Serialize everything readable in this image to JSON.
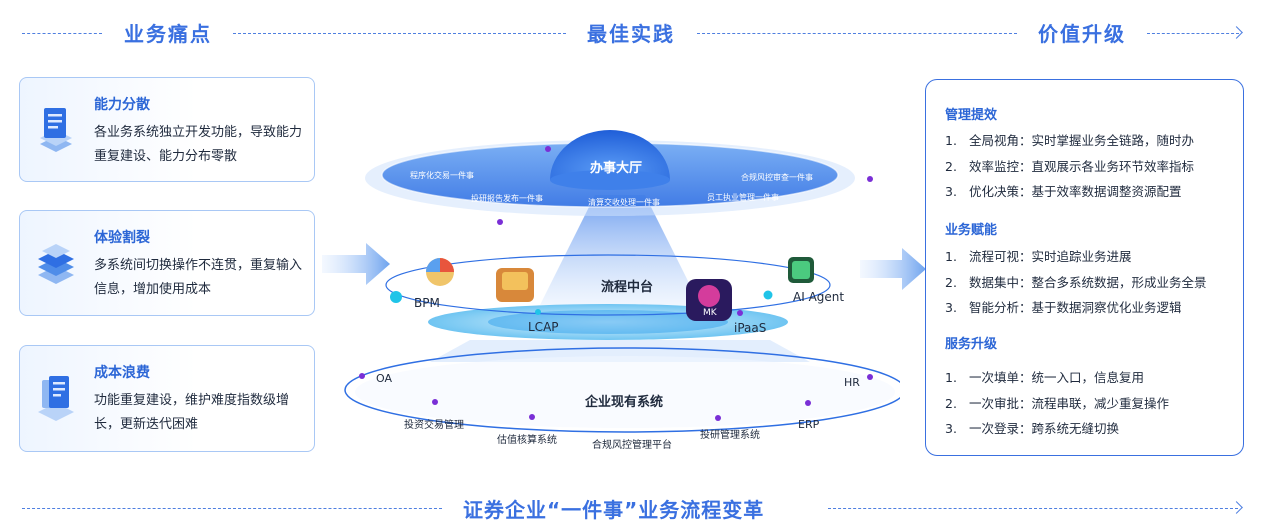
{
  "header": {
    "pain_title": "业务痛点",
    "practice_title": "最佳实践",
    "value_title": "价值升级"
  },
  "pain_points": [
    {
      "title": "能力分散",
      "text": "各业务系统独立开发功能，导致能力重复建设、能力分布零散",
      "icon": "document-stack-icon"
    },
    {
      "title": "体验割裂",
      "text": "多系统间切换操作不连贯，重复输入信息，增加使用成本",
      "icon": "server-stack-icon"
    },
    {
      "title": "成本浪费",
      "text": "功能重复建设，维护难度指数级增长，更新迭代困难",
      "icon": "files-icon"
    }
  ],
  "center": {
    "hall_title": "办事大厅",
    "top_ring_items": [
      "程序化交易一件事",
      "投研报告发布一件事",
      "清算交收处理一件事",
      "员工执业管理一件事",
      "合规风控审查一件事"
    ],
    "middle_title": "流程中台",
    "platforms": [
      "BPM",
      "LCAP",
      "iPaaS",
      "AI Agent"
    ],
    "mk_badge": "MK",
    "bottom_title": "企业现有系统",
    "bottom_items": [
      "OA",
      "投资交易管理",
      "估值核算系统",
      "合规风控管理平台",
      "投研管理系统",
      "ERP",
      "HR"
    ]
  },
  "value": {
    "sections": [
      {
        "title": "管理提效",
        "items": [
          {
            "num": "1.",
            "text": "全局视角：实时掌握业务全链路，随时办"
          },
          {
            "num": "2.",
            "text": "效率监控：直观展示各业务环节效率指标"
          },
          {
            "num": "3.",
            "text": "优化决策：基于效率数据调整资源配置"
          }
        ]
      },
      {
        "title": "业务赋能",
        "items": [
          {
            "num": "1.",
            "text": "流程可视：实时追踪业务进展"
          },
          {
            "num": "2.",
            "text": "数据集中：整合多系统数据，形成业务全景"
          },
          {
            "num": "3.",
            "text": "智能分析：基于数据洞察优化业务逻辑"
          }
        ]
      },
      {
        "title": "服务升级",
        "items": [
          {
            "num": "1.",
            "text": "一次填单：统一入口，信息复用"
          },
          {
            "num": "2.",
            "text": "一次审批：流程串联，减少重复操作"
          },
          {
            "num": "3.",
            "text": "一次登录：跨系统无缝切换"
          }
        ]
      }
    ]
  },
  "footer": {
    "title": "证券企业“一件事”业务流程变革"
  },
  "colors": {
    "accent": "#3a70e0",
    "card_border": "#a9c8f5",
    "dot": "#7a2fd6",
    "cyan": "#20c4e8"
  }
}
